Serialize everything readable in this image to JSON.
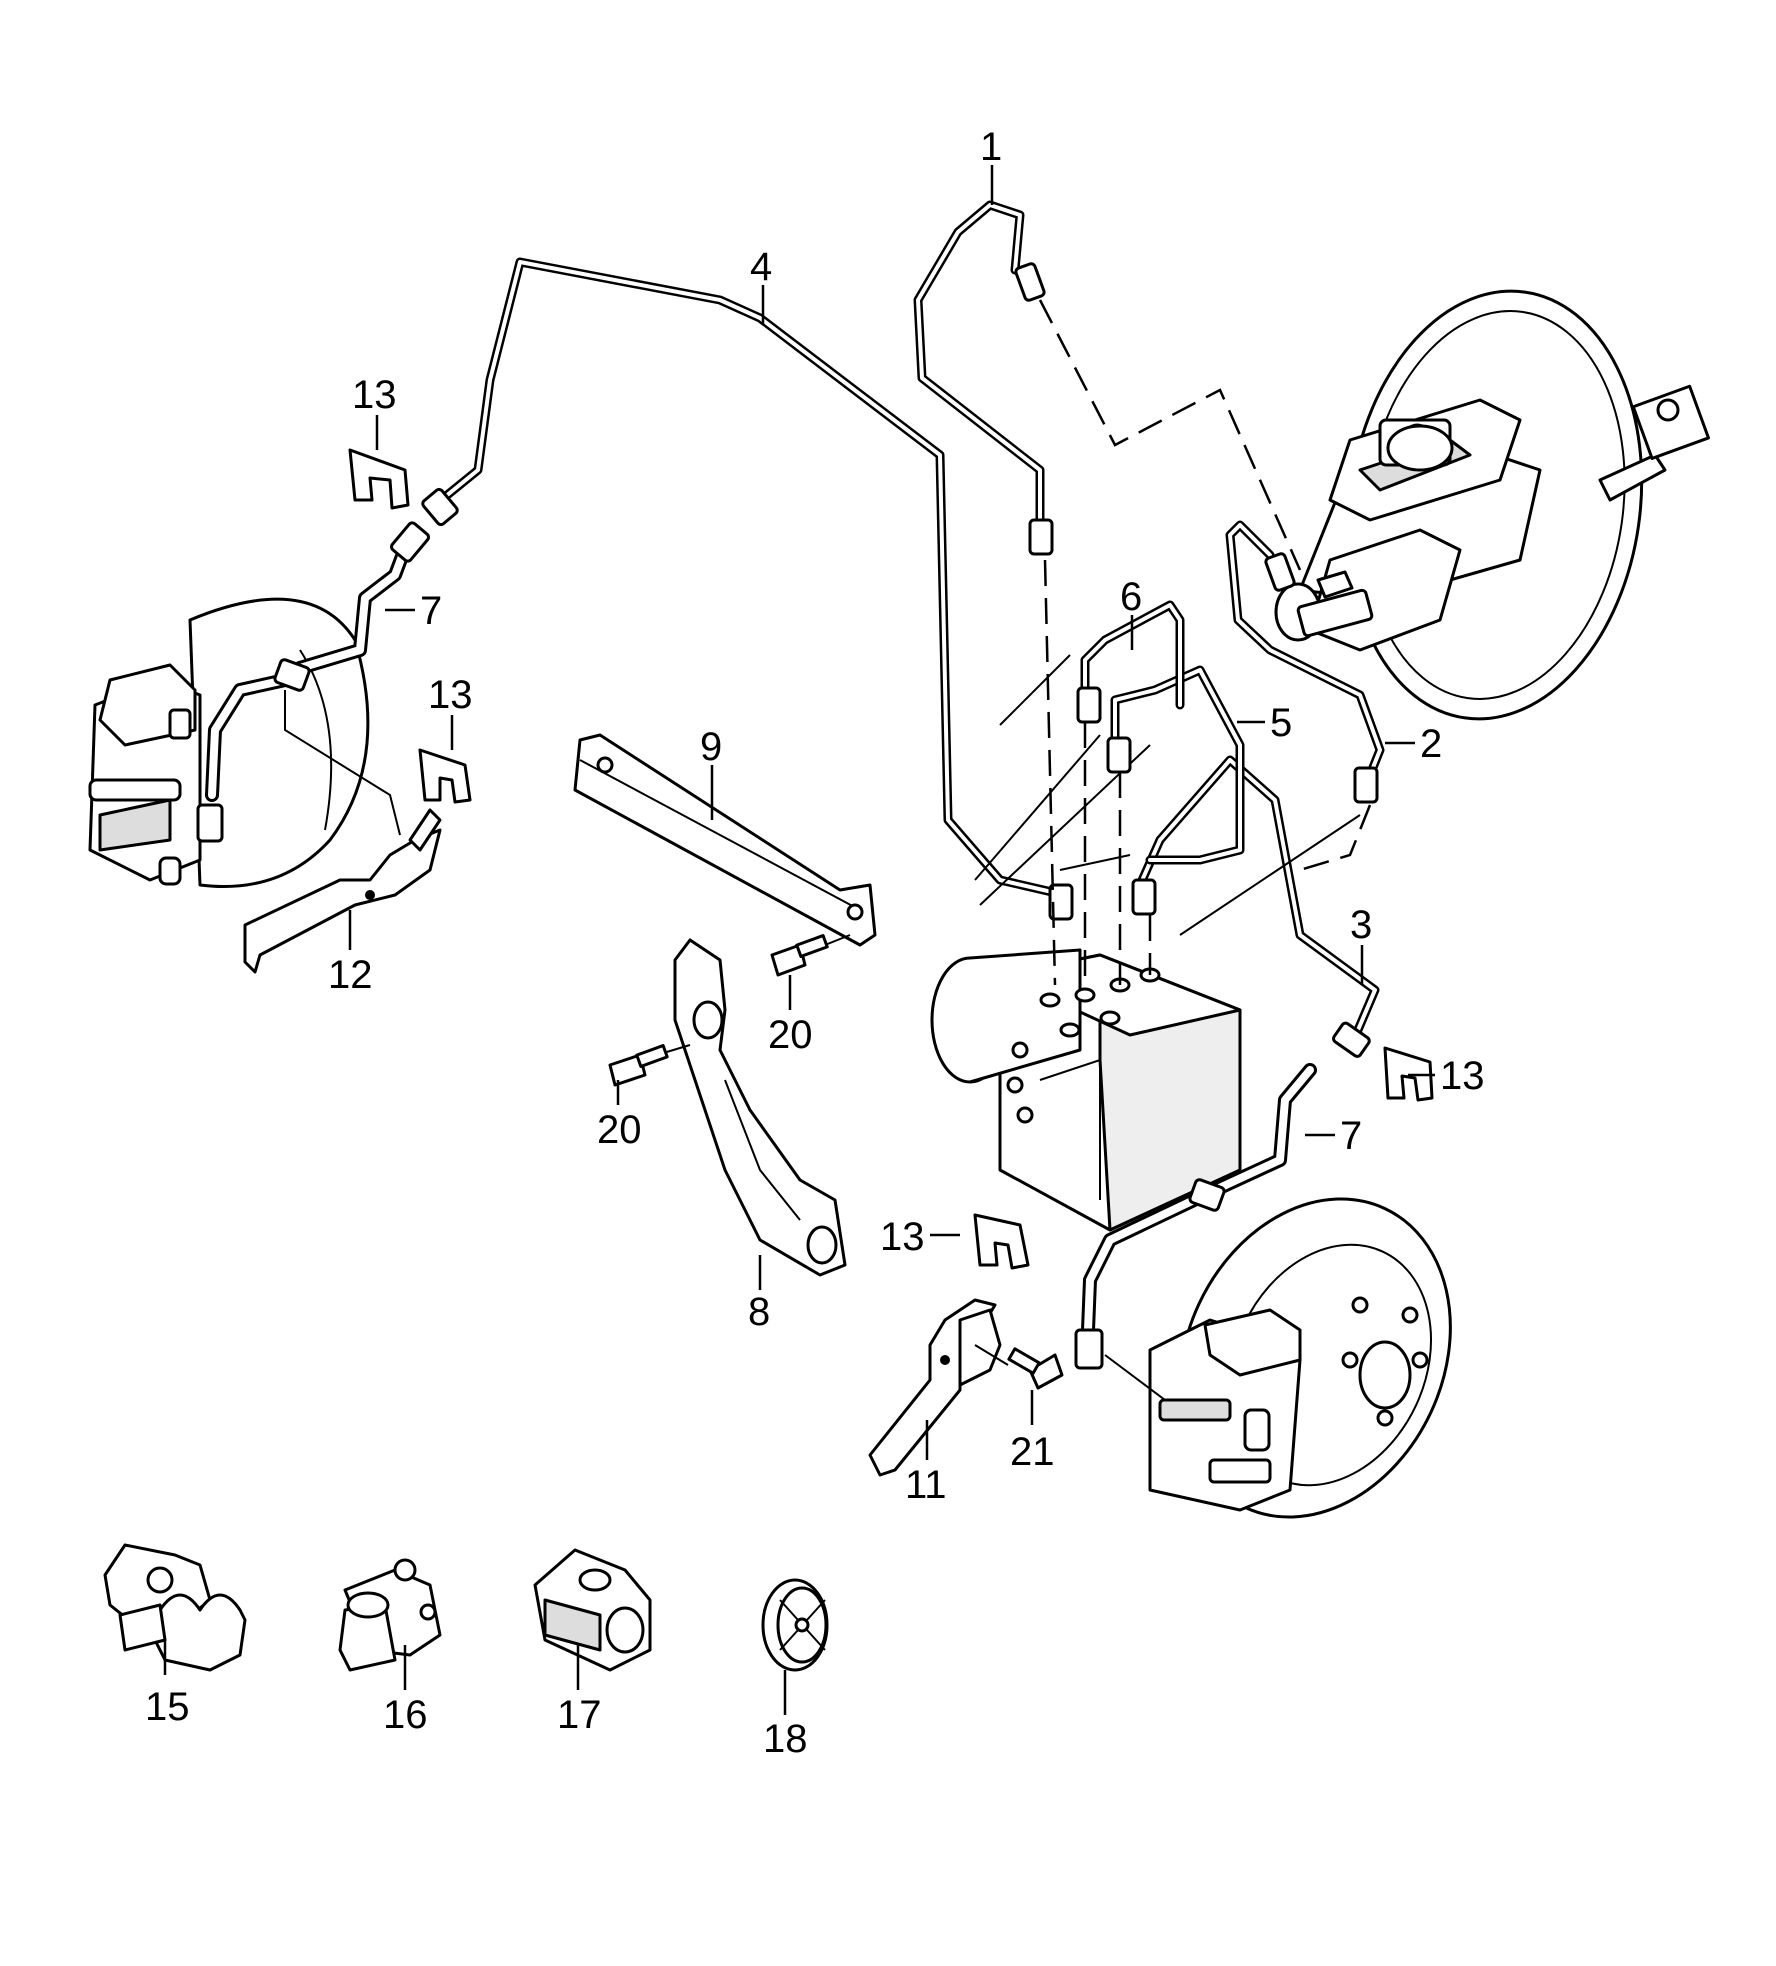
{
  "callouts": {
    "c1": "1",
    "c2": "2",
    "c3": "3",
    "c4": "4",
    "c5": "5",
    "c6": "6",
    "c7a": "7",
    "c7b": "7",
    "c8": "8",
    "c9": "9",
    "c11": "11",
    "c12": "12",
    "c13a": "13",
    "c13b": "13",
    "c13c": "13",
    "c13d": "13",
    "c15": "15",
    "c16": "16",
    "c17": "17",
    "c18": "18",
    "c20a": "20",
    "c20b": "20",
    "c21": "21"
  }
}
